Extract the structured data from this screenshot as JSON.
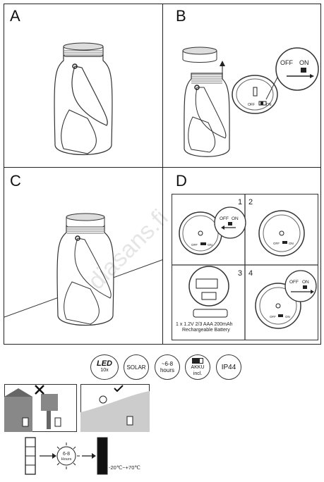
{
  "panels": {
    "a": {
      "label": "A"
    },
    "b": {
      "label": "B",
      "switch_off": "OFF",
      "switch_on": "ON",
      "small_off": "OFF",
      "small_on": "ON"
    },
    "c": {
      "label": "C"
    },
    "d": {
      "label": "D",
      "steps": {
        "s1": {
          "num": "1",
          "off": "OFF",
          "on": "ON",
          "small_off": "OFF",
          "small_on": "ON"
        },
        "s2": {
          "num": "2",
          "small_off": "OFF",
          "small_on": "ON"
        },
        "s3": {
          "num": "3",
          "battery_line1": "1 x 1.2V 2/3 AAA 200mAh",
          "battery_line2": "Rechargeable Battery"
        },
        "s4": {
          "num": "4",
          "off": "OFF",
          "on": "ON",
          "small_off": "OFF",
          "small_on": "ON"
        }
      }
    }
  },
  "watermark": "diasans.fi",
  "badges": {
    "led": {
      "title": "LED",
      "sub": "10x"
    },
    "solar": {
      "title": "SOLAR"
    },
    "hours": {
      "title": "~6-8",
      "sub": "hours"
    },
    "akku": {
      "title": "AKKU",
      "sub": "incl."
    },
    "ip": {
      "title": "IP44"
    }
  },
  "charging": {
    "hours_top": "6-8",
    "hours_bottom": "Hours",
    "temp": "-20℃~+70℃"
  }
}
